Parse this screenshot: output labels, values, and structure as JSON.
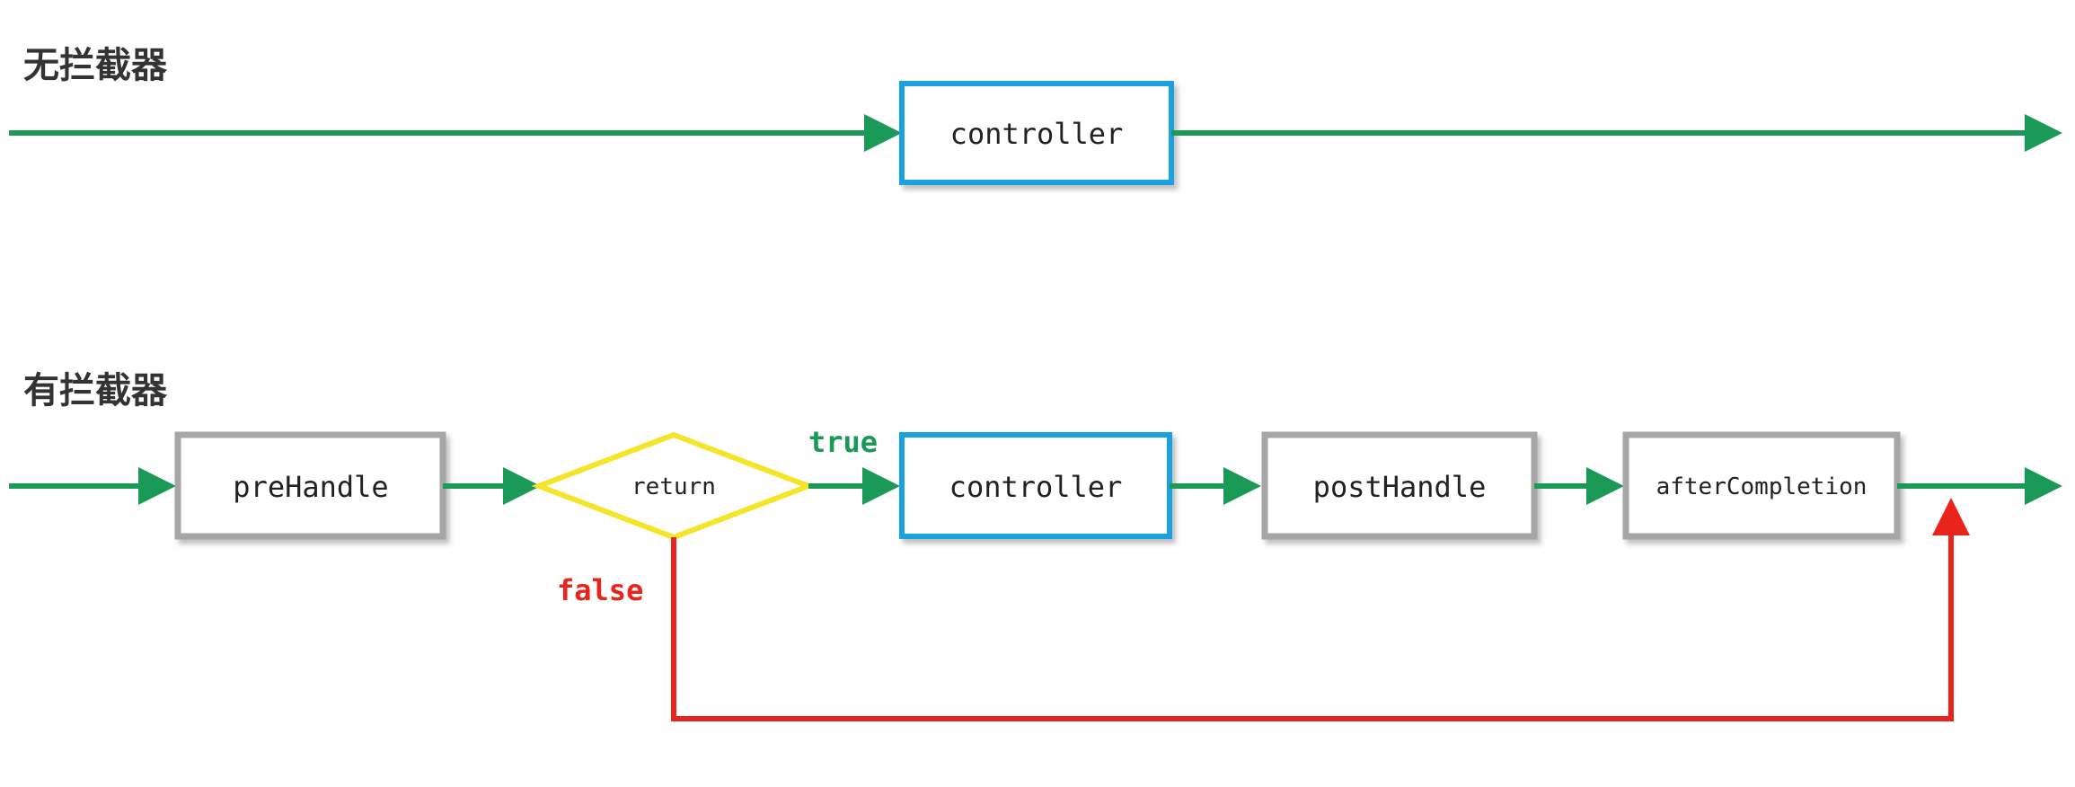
{
  "section_without": {
    "title": "无拦截器",
    "controller_label": "controller"
  },
  "section_with": {
    "title": "有拦截器",
    "prehandle_label": "preHandle",
    "return_label": "return",
    "true_label": "true",
    "false_label": "false",
    "controller_label": "controller",
    "posthandle_label": "postHandle",
    "aftercompletion_label": "afterCompletion"
  },
  "colors": {
    "flow_green": "#1a9a56",
    "controller_blue": "#1ea1e0",
    "interceptor_gray": "#a6a6a6",
    "decision_yellow": "#f5e52a",
    "false_red": "#e8241c",
    "text_dark": "#222222",
    "heading_dark": "#333333"
  }
}
